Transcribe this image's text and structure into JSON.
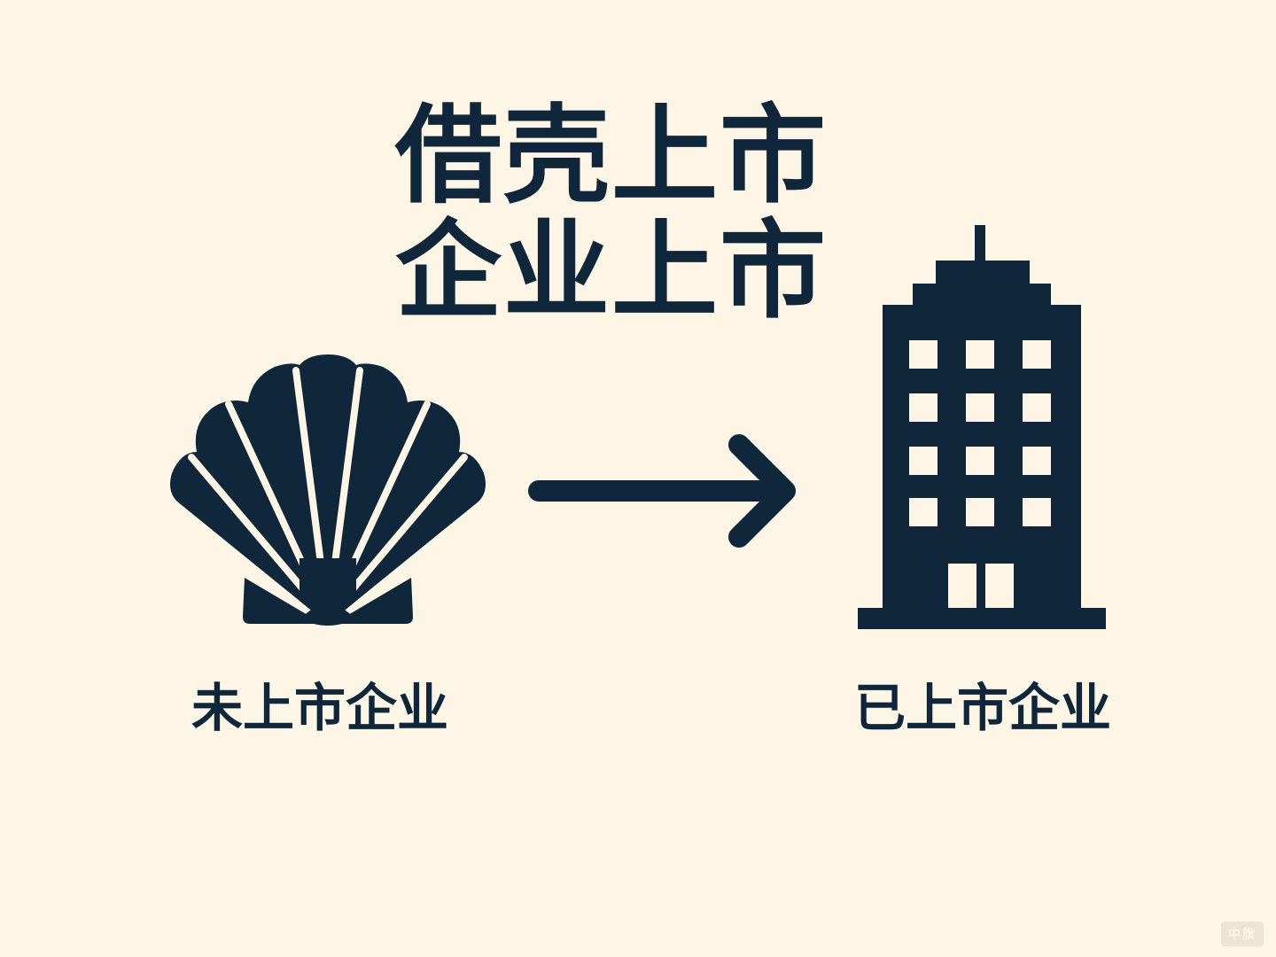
{
  "title": {
    "line1": "借壳上市",
    "line2": "企业上市"
  },
  "left": {
    "icon": "shell-icon",
    "label": "未上市企业"
  },
  "connector": {
    "icon": "arrow-right-icon"
  },
  "right": {
    "icon": "building-icon",
    "label": "已上市企业"
  },
  "watermark": "中旗",
  "colors": {
    "background": "#fdf5e6",
    "ink": "#10263a"
  }
}
